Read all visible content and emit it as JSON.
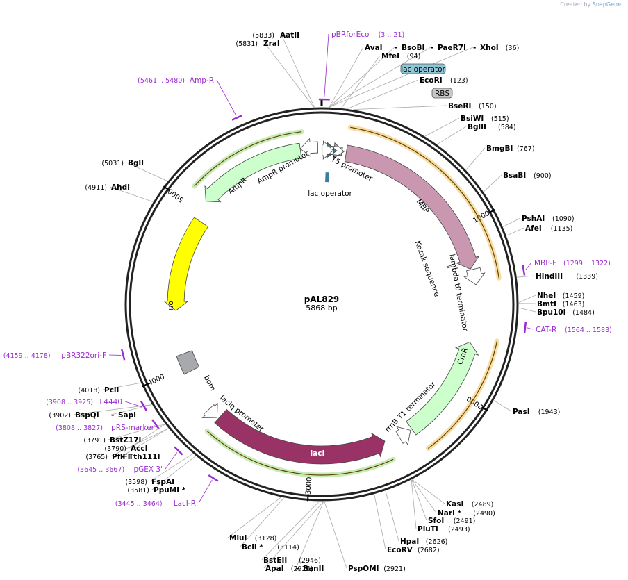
{
  "brand": {
    "created_by": "Created by",
    "name": "SnapGene"
  },
  "plasmid": {
    "name": "pAL829",
    "length_label": "5868 bp",
    "length": 5868
  },
  "ruler_ticks": [
    "1000",
    "2000",
    "3000",
    "4000",
    "5000"
  ],
  "features": [
    {
      "name": "MBP",
      "start": 150,
      "end": 1250,
      "dir": 1,
      "color": "#c997b0"
    },
    {
      "name": "CmR",
      "start": 1700,
      "end": 2350,
      "dir": -1,
      "color": "#ccffcc"
    },
    {
      "name": "lacI",
      "start": 2530,
      "end": 3620,
      "dir": -1,
      "color": "#993366"
    },
    {
      "name": "ori",
      "start": 4360,
      "end": 4960,
      "dir": -1,
      "color": "#ffff00"
    },
    {
      "name": "AmpR",
      "start": 5080,
      "end": 5740,
      "dir": -1,
      "color": "#ccffcc"
    },
    {
      "name": "AmpR promoter",
      "start": 5740,
      "end": 5845,
      "dir": -1,
      "color": "#ffffff"
    },
    {
      "name": "T5 promoter",
      "start": 3,
      "end": 70,
      "dir": 1,
      "color": "#ffffff"
    },
    {
      "name": "lac operator",
      "start": 72,
      "end": 92,
      "dir": 1,
      "color": "#3d7d99"
    },
    {
      "name": "RBS",
      "start": 124,
      "end": 136,
      "dir": 1,
      "color": "#aaaaaa"
    },
    {
      "name": "lambda t0 terminator",
      "start": 1255,
      "end": 1350,
      "dir": 1,
      "color": "#ffffff"
    },
    {
      "name": "rrnB T1 terminator",
      "start": 2360,
      "end": 2440,
      "dir": -1,
      "color": "#ffffff"
    },
    {
      "name": "lacIq promoter",
      "start": 3630,
      "end": 3700,
      "dir": -1,
      "color": "#ffffff"
    },
    {
      "name": "bom",
      "start": 3960,
      "end": 4080,
      "dir": 0,
      "color": "#a7a9ac"
    },
    {
      "name": "Kozak sequence",
      "start": 1195,
      "end": 1205,
      "dir": 0,
      "color": "#ffffff"
    }
  ],
  "feature_labels": {
    "t5": "T5 promoter",
    "lacop_inner": "lac operator",
    "mbp": "MBP",
    "kozak": "Kozak sequence",
    "lambda": "lambda t0 terminator",
    "cmr": "CmR",
    "rrnb": "rrnB T1 terminator",
    "laci": "lacI",
    "laciq": "lacIq promoter",
    "bom": "bom",
    "ori": "ori",
    "ampr": "AmpR",
    "ampr_prom": "AmpR promoter"
  },
  "outer_features": [
    {
      "name": "MBP-F",
      "start": 1299,
      "end": 1322
    },
    {
      "name": "CAT-R",
      "start": 1564,
      "end": 1583
    },
    {
      "name": "LacI-R",
      "start": 3445,
      "end": 3464
    },
    {
      "name": "pGEX 3'",
      "start": 3645,
      "end": 3667
    },
    {
      "name": "pRS-marker",
      "start": 3808,
      "end": 3827
    },
    {
      "name": "L4440",
      "start": 3908,
      "end": 3925
    },
    {
      "name": "pBR322ori-F",
      "start": 4159,
      "end": 4178
    },
    {
      "name": "Amp-R",
      "start": 5461,
      "end": 5480
    },
    {
      "name": "pBRforEco",
      "start": 3,
      "end": 21
    }
  ],
  "boxed_labels": {
    "lac_operator": "lac operator",
    "rbs": "RBS"
  },
  "enzymes": [
    {
      "name": "AatII",
      "pos": "(5833)"
    },
    {
      "name": "ZraI",
      "pos": "(5831)"
    },
    {
      "name": "AvaI",
      "pos": ""
    },
    {
      "name": "BsoBI",
      "pos": ""
    },
    {
      "name": "PaeR7I",
      "pos": ""
    },
    {
      "name": "XhoI",
      "pos": "(36)"
    },
    {
      "name": "MfeI",
      "pos": "(94)"
    },
    {
      "name": "EcoRI",
      "pos": "(123)"
    },
    {
      "name": "BseRI",
      "pos": "(150)"
    },
    {
      "name": "BsiWI",
      "pos": "(515)"
    },
    {
      "name": "BglII",
      "pos": "(584)"
    },
    {
      "name": "BmgBI",
      "pos": "(767)"
    },
    {
      "name": "BsaBI",
      "pos": "(900)"
    },
    {
      "name": "PshAI",
      "pos": "(1090)"
    },
    {
      "name": "AfeI",
      "pos": "(1135)"
    },
    {
      "name": "HindIII",
      "pos": "(1339)"
    },
    {
      "name": "NheI",
      "pos": "(1459)"
    },
    {
      "name": "BmtI",
      "pos": "(1463)"
    },
    {
      "name": "Bpu10I",
      "pos": "(1484)"
    },
    {
      "name": "PasI",
      "pos": "(1943)"
    },
    {
      "name": "KasI",
      "pos": "(2489)"
    },
    {
      "name": "NarI *",
      "pos": "(2490)"
    },
    {
      "name": "SfoI",
      "pos": "(2491)"
    },
    {
      "name": "PluTI",
      "pos": "(2493)"
    },
    {
      "name": "HpaI",
      "pos": "(2626)"
    },
    {
      "name": "EcoRV",
      "pos": "(2682)"
    },
    {
      "name": "PspOMI",
      "pos": "(2921)"
    },
    {
      "name": "ApaI",
      "pos": "(2925)"
    },
    {
      "name": "BanII",
      "pos": ""
    },
    {
      "name": "BstEII",
      "pos": "(2946)"
    },
    {
      "name": "BclI *",
      "pos": "(3114)"
    },
    {
      "name": "MluI",
      "pos": "(3128)"
    },
    {
      "name": "PpuMI *",
      "pos": "(3581)"
    },
    {
      "name": "FspAI",
      "pos": "(3598)"
    },
    {
      "name": "PflFI",
      "pos": "(3765)"
    },
    {
      "name": "Tth111I",
      "pos": ""
    },
    {
      "name": "AccI",
      "pos": "(3790)"
    },
    {
      "name": "BstZ17I",
      "pos": "(3791)"
    },
    {
      "name": "BspQI",
      "pos": "(3902)"
    },
    {
      "name": "SapI",
      "pos": ""
    },
    {
      "name": "PciI",
      "pos": "(4018)"
    },
    {
      "name": "AhdI",
      "pos": "(4911)"
    },
    {
      "name": "BglI",
      "pos": "(5031)"
    }
  ],
  "colors": {
    "backbone": "#222222",
    "primer": "#9a2bd0",
    "orf_highlight": "#f2b134",
    "green_highlight": "#86d05a"
  }
}
